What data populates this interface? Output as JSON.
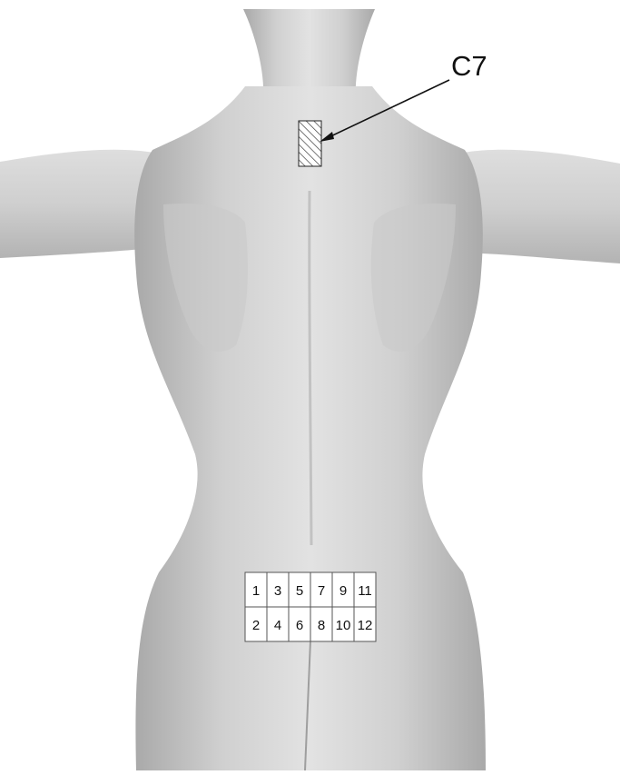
{
  "figure": {
    "vertebra_label": "C7",
    "grid_cells": [
      {
        "number": "1"
      },
      {
        "number": "3"
      },
      {
        "number": "5"
      },
      {
        "number": "7"
      },
      {
        "number": "9"
      },
      {
        "number": "11"
      },
      {
        "number": "2"
      },
      {
        "number": "4"
      },
      {
        "number": "6"
      },
      {
        "number": "8"
      },
      {
        "number": "10"
      },
      {
        "number": "12"
      }
    ],
    "colors": {
      "background": "#ffffff",
      "skin": "#d2d2d2",
      "outline": "#222222",
      "hatch": "#444444",
      "grid_fill": "#ffffff"
    }
  }
}
